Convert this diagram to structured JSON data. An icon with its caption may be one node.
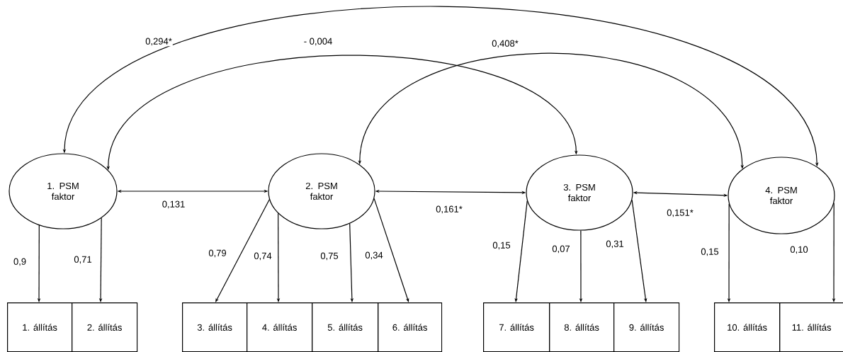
{
  "diagram": {
    "nodes": [
      {
        "text": [
          "1. PSM faktor"
        ]
      },
      {
        "text": [
          "2. PSM faktor"
        ]
      },
      {
        "text": [
          "3. PSM faktor"
        ]
      },
      {
        "text": [
          "4. PSM faktor"
        ]
      },
      {
        "text": [
          "1. állítás"
        ]
      },
      {
        "text": [
          "2. állítás"
        ]
      },
      {
        "text": [
          "3. állítás"
        ]
      },
      {
        "text": [
          "4. állítás"
        ]
      },
      {
        "text": [
          "5. állítás"
        ]
      },
      {
        "text": [
          "6. állítás"
        ]
      },
      {
        "text": [
          "7. állítás"
        ]
      },
      {
        "text": [
          "8. állítás"
        ]
      },
      {
        "text": [
          "9. állítás"
        ]
      },
      {
        "text": [
          "10. állítás"
        ]
      },
      {
        "text": [
          "11. állítás"
        ]
      }
    ],
    "edges": [
      {
        "from": 0,
        "to": 3,
        "arrow": "both",
        "label": "0,294*"
      },
      {
        "from": 0,
        "to": 2,
        "arrow": "both",
        "label": "- 0,004"
      },
      {
        "from": 1,
        "to": 3,
        "arrow": "both",
        "label": "0,408*"
      },
      {
        "from": 0,
        "to": 1,
        "arrow": "both",
        "label": "0,131"
      },
      {
        "from": 1,
        "to": 2,
        "arrow": "both",
        "label": "0,161*"
      },
      {
        "from": 2,
        "to": 3,
        "arrow": "both",
        "label": "0,151*"
      },
      {
        "from": 0,
        "to": 4,
        "arrow": "to",
        "label": "0,9"
      },
      {
        "from": 0,
        "to": 5,
        "arrow": "to",
        "label": "0,71"
      },
      {
        "from": 1,
        "to": 6,
        "arrow": "to",
        "label": "0,79"
      },
      {
        "from": 1,
        "to": 7,
        "arrow": "to",
        "label": "0,74"
      },
      {
        "from": 1,
        "to": 8,
        "arrow": "to",
        "label": "0,75"
      },
      {
        "from": 1,
        "to": 9,
        "arrow": "to",
        "label": "0,34"
      },
      {
        "from": 2,
        "to": 10,
        "arrow": "to",
        "label": "0,15"
      },
      {
        "from": 2,
        "to": 11,
        "arrow": "to",
        "label": "0,07"
      },
      {
        "from": 2,
        "to": 12,
        "arrow": "to",
        "label": "0,31"
      },
      {
        "from": 3,
        "to": 13,
        "arrow": "to",
        "label": "0,15"
      },
      {
        "from": 3,
        "to": 14,
        "arrow": "to",
        "label": "0,10"
      }
    ]
  }
}
